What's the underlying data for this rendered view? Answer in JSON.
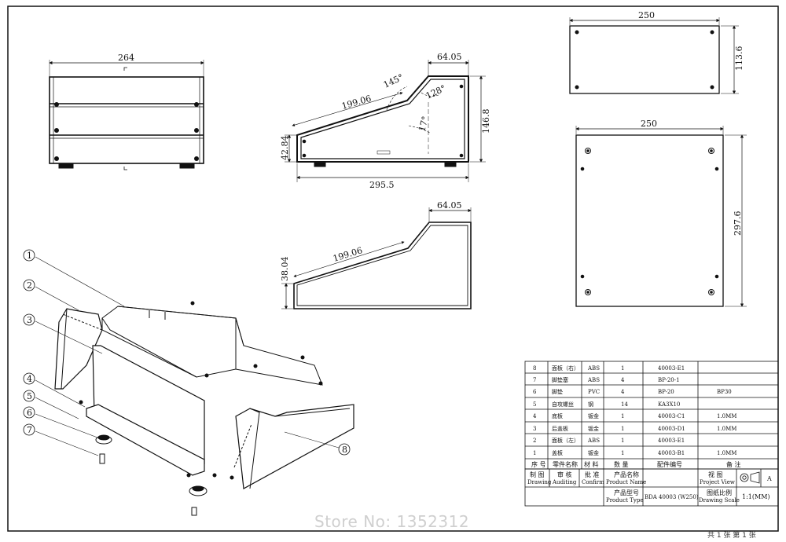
{
  "dimensions": {
    "front_width": "264",
    "side_top_width": "64.05",
    "side_slope": "199.06",
    "side_angle_top": "145°",
    "side_angle_right": "128°",
    "side_angle_slope": "17°",
    "side_height": "146.8",
    "side_front_height": "42.84",
    "side_length": "295.5",
    "top_view_width": "250",
    "top_view_height": "113.6",
    "bottom_view_width": "250",
    "bottom_view_height": "297.6",
    "lower_top_width": "64.05",
    "lower_slope": "199.06",
    "lower_front_height": "38.04"
  },
  "part_labels": [
    "1",
    "2",
    "3",
    "4",
    "5",
    "6",
    "7",
    "8"
  ],
  "bom": {
    "rows": [
      {
        "no": "8",
        "name": "面板（右）",
        "material": "ABS",
        "qty": "1",
        "code": "40003-E1",
        "note": ""
      },
      {
        "no": "7",
        "name": "脚垫塞",
        "material": "ABS",
        "qty": "4",
        "code": "BP-20-1",
        "note": ""
      },
      {
        "no": "6",
        "name": "脚垫",
        "material": "PVC",
        "qty": "4",
        "code": "BP-20",
        "note": "BP30"
      },
      {
        "no": "5",
        "name": "自攻螺丝",
        "material": "钢",
        "qty": "14",
        "code": "KA3X10",
        "note": ""
      },
      {
        "no": "4",
        "name": "底板",
        "material": "钣金",
        "qty": "1",
        "code": "40003-C1",
        "note": "1.0MM"
      },
      {
        "no": "3",
        "name": "后盖板",
        "material": "钣金",
        "qty": "1",
        "code": "40003-D1",
        "note": "1.0MM"
      },
      {
        "no": "2",
        "name": "面板（左）",
        "material": "ABS",
        "qty": "1",
        "code": "40003-E1",
        "note": ""
      },
      {
        "no": "1",
        "name": "盖板",
        "material": "钣金",
        "qty": "1",
        "code": "40003-B1",
        "note": "1.0MM"
      }
    ],
    "header": {
      "no": "序 号",
      "name": "零件名称",
      "material": "材 料",
      "qty": "数 量",
      "code": "配件编号",
      "note": "备 注"
    }
  },
  "title_block": {
    "drawing_cn": "制 图",
    "drawing_en": "Drawing",
    "auditing_cn": "审 核",
    "auditing_en": "Auditing",
    "confirm_cn": "批 准",
    "confirm_en": "Confirm",
    "product_name_cn": "产品名称",
    "product_name_en": "Product Name",
    "project_view_cn": "视 图",
    "project_view_en": "Project View",
    "product_type_cn": "产品型号",
    "product_type_en": "Product Type",
    "product_type_value": "BDA 40003 (W250)",
    "scale_cn": "图纸比例",
    "scale_en": "Drawing Scale",
    "scale_value": "1:1(MM)",
    "view_symbol": "A"
  },
  "watermark": "Store No: 1352312",
  "footer": "共 1 张  第 1 张"
}
